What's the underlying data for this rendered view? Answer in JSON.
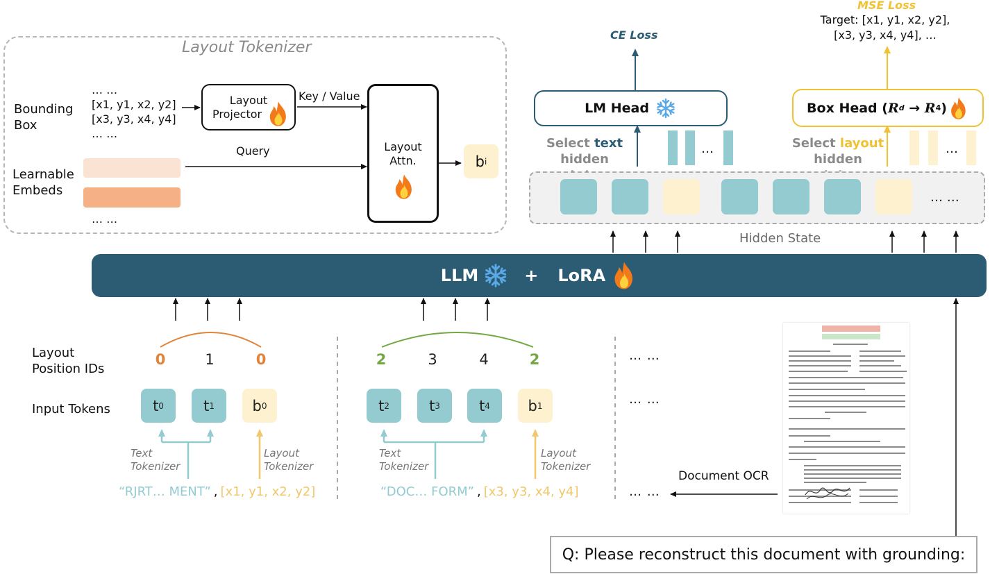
{
  "layout_tokenizer": {
    "title": "Layout Tokenizer",
    "bbox_label_1": "Bounding",
    "bbox_label_2": "Box",
    "coords_line_0": "… …",
    "coords_line_1": "[x1, y1, x2, y2]",
    "coords_line_2": "[x3, y3, x4, y4]",
    "coords_line_3": "… …",
    "projector_line_1": "Layout",
    "projector_line_2": "Projector",
    "key_value": "Key / Value",
    "query": "Query",
    "embeds_label_1": "Learnable",
    "embeds_label_2": "Embeds",
    "embeds_more": "… …",
    "attn_line_1": "Layout",
    "attn_line_2": "Attn.",
    "output_base": "b",
    "output_sub": "i",
    "embed_colors": [
      "#fbe3d4",
      "#f5b185"
    ]
  },
  "heads": {
    "ce_loss": "CE Loss",
    "lm_head": "LM Head",
    "mse_loss": "MSE Loss",
    "target_line_1": "Target: [x1, y1, x2, y2],",
    "target_line_2": "[x3, y3, x4, y4], …",
    "box_head": "Box Head (",
    "box_head_rd": "R",
    "box_head_rd_sup": "d",
    "box_head_arrow": " → ",
    "box_head_r4": "R",
    "box_head_r4_sup": "4",
    "box_head_close": ")",
    "select_text_pre": "Select ",
    "select_text_word": "text",
    "select_text_post": "hidden states",
    "select_layout_pre": "Select ",
    "select_layout_word": "layout",
    "select_layout_post": "hidden states",
    "mini_dots": "…",
    "hidden_dots": "… …",
    "hidden_state": "Hidden State",
    "ce_color": "#2b5c74",
    "mse_color": "#f0c233"
  },
  "llm": {
    "llm_label": "LLM",
    "plus": "+",
    "lora_label": "LoRA"
  },
  "inputs": {
    "position_ids_1": "Layout",
    "position_ids_2": "Position IDs",
    "input_tokens": "Input Tokens",
    "group1": {
      "ids": [
        "0",
        "1",
        "0"
      ],
      "tokens": [
        {
          "base": "t",
          "sub": "0"
        },
        {
          "base": "t",
          "sub": "1"
        },
        {
          "base": "b",
          "sub": "0"
        }
      ],
      "text_tokenizer_1": "Text",
      "text_tokenizer_2": "Tokenizer",
      "layout_tokenizer_1": "Layout",
      "layout_tokenizer_2": "Tokenizer",
      "source_text": "“RJRT… MENT”",
      "comma": ",",
      "source_box": "[x1, y1, x2, y2]"
    },
    "group2": {
      "ids": [
        "2",
        "3",
        "4",
        "2"
      ],
      "tokens": [
        {
          "base": "t",
          "sub": "2"
        },
        {
          "base": "t",
          "sub": "3"
        },
        {
          "base": "t",
          "sub": "4"
        },
        {
          "base": "b",
          "sub": "1"
        }
      ],
      "text_tokenizer_1": "Text",
      "text_tokenizer_2": "Tokenizer",
      "layout_tokenizer_1": "Layout",
      "layout_tokenizer_2": "Tokenizer",
      "source_text": "“DOC… FORM”",
      "comma": ",",
      "source_box": "[x3, y3, x4, y4]"
    },
    "ellipsis": "… …",
    "document_ocr": "Document OCR",
    "text_color": "#93cbd0",
    "box_color": "#f0c76a"
  },
  "question": "Q: Please reconstruct this document with grounding:"
}
